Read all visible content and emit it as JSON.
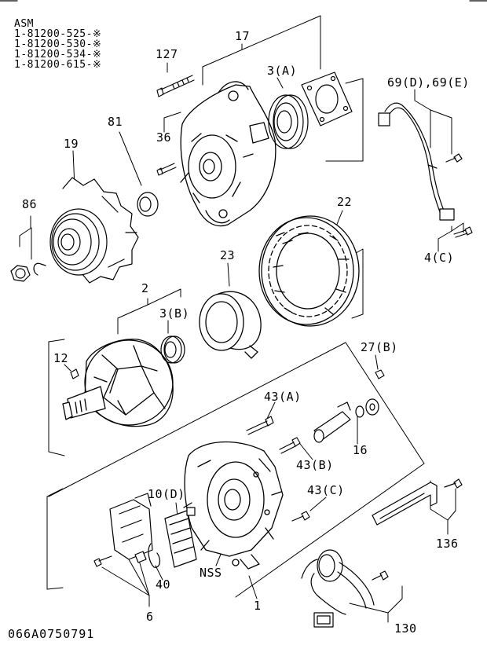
{
  "header": {
    "asm_title": "ASM",
    "asm_numbers": [
      "1-81200-525-※",
      "1-81200-530-※",
      "1-81200-534-※",
      "1-81200-615-※"
    ]
  },
  "callouts": {
    "c127": "127",
    "c17": "17",
    "c3a": "3(A)",
    "c69": "69(D),69(E)",
    "c81": "81",
    "c36": "36",
    "c19": "19",
    "c86": "86",
    "c22": "22",
    "c23": "23",
    "c4c": "4(C)",
    "c2": "2",
    "c3b": "3(B)",
    "c27b": "27(B)",
    "c12": "12",
    "c43a": "43(A)",
    "c43b": "43(B)",
    "c16": "16",
    "c43c": "43(C)",
    "c10d": "10(D)",
    "c136": "136",
    "cnss": "NSS",
    "c40": "40",
    "c1": "1",
    "c6": "6",
    "c130": "130"
  },
  "diagram_code": "066A0750791"
}
